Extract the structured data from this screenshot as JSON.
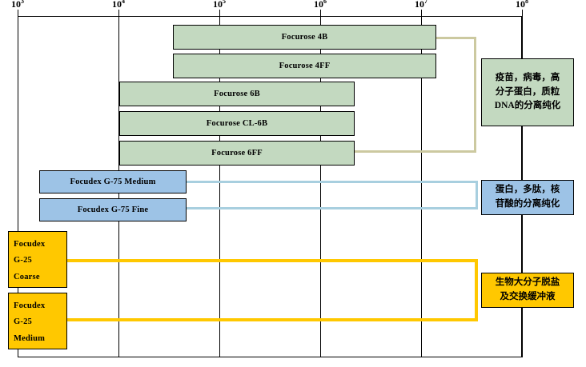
{
  "axis": {
    "type": "log",
    "ticks": [
      {
        "label_base": "10",
        "label_exp": "3",
        "value": 1000
      },
      {
        "label_base": "10",
        "label_exp": "4",
        "value": 10000
      },
      {
        "label_base": "10",
        "label_exp": "5",
        "value": 100000
      },
      {
        "label_base": "10",
        "label_exp": "6",
        "value": 1000000
      },
      {
        "label_base": "10",
        "label_exp": "7",
        "value": 10000000
      },
      {
        "label_base": "10",
        "label_exp": "8",
        "value": 100000000
      }
    ]
  },
  "chart_data": {
    "type": "bar",
    "title": "",
    "xlabel": "",
    "ylabel": "",
    "orientation": "horizontal",
    "xscale": "log",
    "xlim": [
      1000,
      100000000
    ],
    "grid": true,
    "legend": "none",
    "categories": [
      "Focurose 4B",
      "Focurose 4FF",
      "Focurose 6B",
      "Focurose CL-6B",
      "Focurose 6FF",
      "Focudex G-75 Medium",
      "Focudex G-75 Fine",
      "Focudex G-25 Coarse",
      "Focudex G-25 Medium"
    ],
    "bars": [
      {
        "label": "Focurose 4B",
        "x_start": 60000,
        "x_end": 30000000,
        "color": "#c3d9c0",
        "group": "agarose"
      },
      {
        "label": "Focurose 4FF",
        "x_start": 60000,
        "x_end": 30000000,
        "color": "#c3d9c0",
        "group": "agarose"
      },
      {
        "label": "Focurose 6B",
        "x_start": 10300,
        "x_end": 4000000,
        "color": "#c3d9c0",
        "group": "agarose"
      },
      {
        "label": "Focurose CL-6B",
        "x_start": 10300,
        "x_end": 4000000,
        "color": "#c3d9c0",
        "group": "agarose"
      },
      {
        "label": "Focurose 6FF",
        "x_start": 10300,
        "x_end": 4000000,
        "color": "#c3d9c0",
        "group": "agarose"
      },
      {
        "label": "Focudex G-75 Medium",
        "x_start": 1700,
        "x_end": 49000,
        "color": "#9dc3e6",
        "group": "g75"
      },
      {
        "label": "Focudex G-75 Fine",
        "x_start": 1700,
        "x_end": 49000,
        "color": "#9dc3e6",
        "group": "g75"
      },
      {
        "label": "Focudex G-25 Coarse",
        "x_start": 1000,
        "x_end": 2600,
        "color": "#ffc800",
        "group": "g25"
      },
      {
        "label": "Focudex G-25 Medium",
        "x_start": 1000,
        "x_end": 2600,
        "color": "#ffc800",
        "group": "g25"
      }
    ]
  },
  "bars": {
    "focurose_4b": "Focurose 4B",
    "focurose_4ff": "Focurose 4FF",
    "focurose_6b": "Focurose 6B",
    "focurose_cl6b": "Focurose CL-6B",
    "focurose_6ff": "Focurose 6FF",
    "focudex_g75_medium": "Focudex G-75 Medium",
    "focudex_g75_fine": "Focudex G-75 Fine",
    "focudex_g25_coarse": [
      "Focudex",
      "G-25",
      "Coarse"
    ],
    "focudex_g25_medium": [
      "Focudex",
      "G-25",
      "Medium"
    ]
  },
  "notes": {
    "agarose": {
      "lines": [
        "疫苗，病毒，高",
        "分子蛋白，质粒",
        "DNA的分离纯化"
      ],
      "color": "#c3d9c0"
    },
    "g75": {
      "lines": [
        "蛋白，多肽，核",
        "苷酸的分离纯化"
      ],
      "color": "#9dc3e6"
    },
    "g25": {
      "lines": [
        "生物大分子脱盐",
        "及交换缓冲液"
      ],
      "color": "#ffc800"
    }
  },
  "colors": {
    "agarose_fill": "#c3d9c0",
    "g75_fill": "#9dc3e6",
    "g25_fill": "#ffc800",
    "agarose_connector": "#ccc9a0",
    "g75_connector": "#a8cfdf",
    "g25_connector": "#ffc800",
    "frame": "#000000",
    "background": "#ffffff"
  }
}
